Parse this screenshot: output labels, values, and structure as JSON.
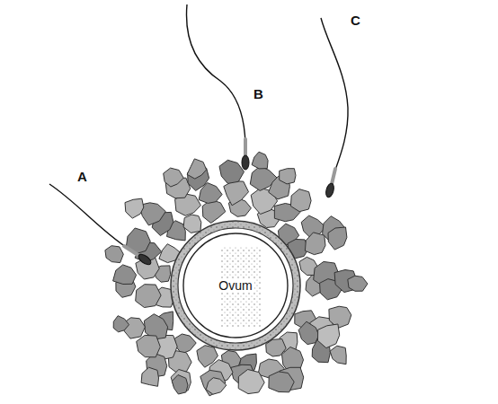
{
  "diagram": {
    "nodes": [
      {
        "text": [
          "Ovum"
        ]
      }
    ],
    "labels": [
      "A",
      "B",
      "C"
    ]
  }
}
